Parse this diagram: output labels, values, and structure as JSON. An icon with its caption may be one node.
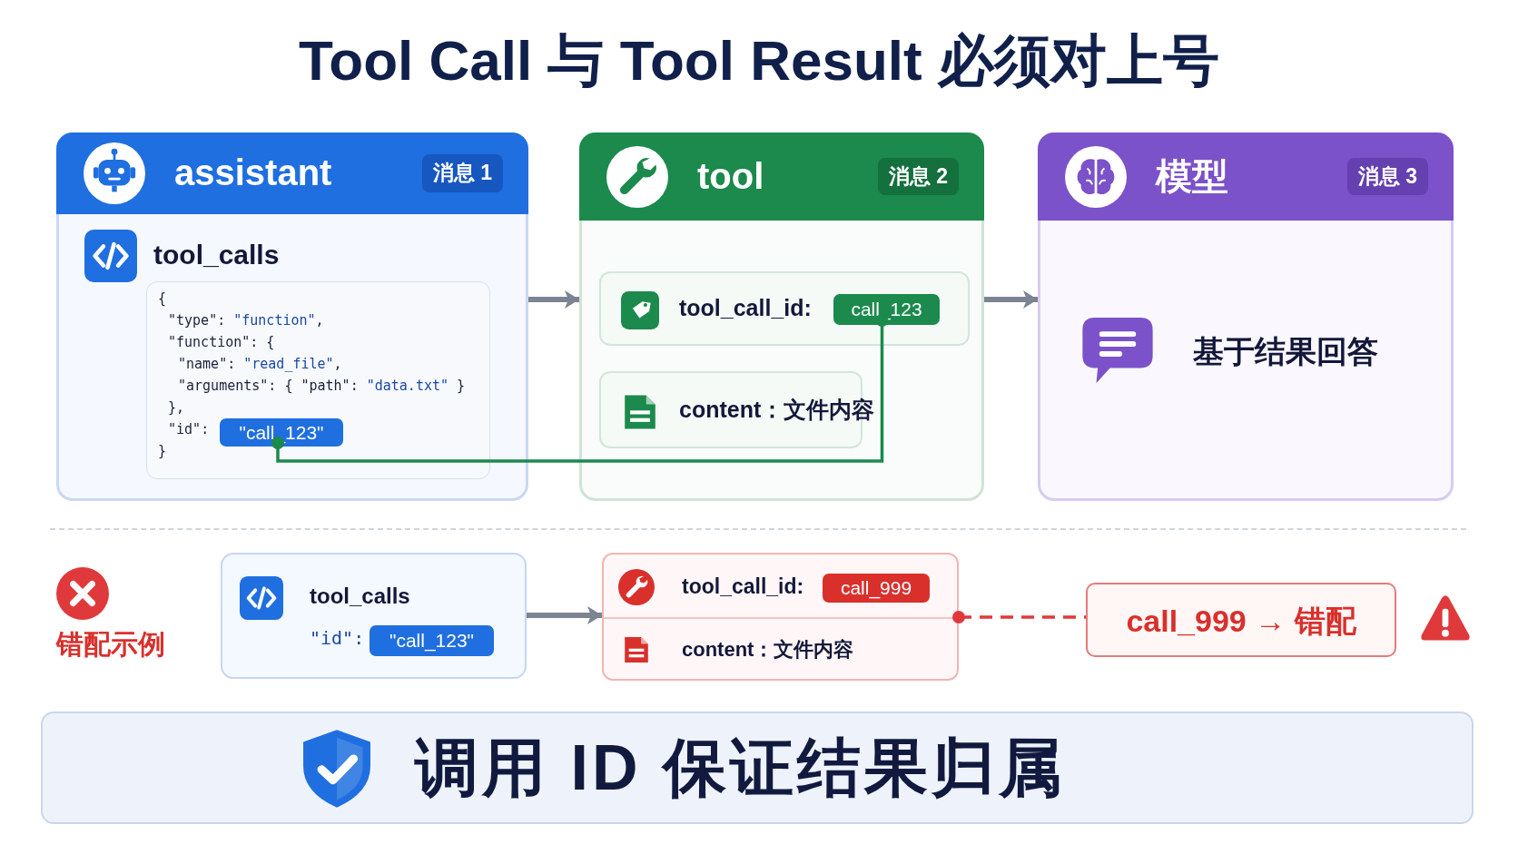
{
  "diagram": {
    "title": "Tool Call 与 Tool Result 必须对上号",
    "nodes": [
      {
        "text": [
          "assistant",
          "消息 1",
          "tool_calls"
        ]
      },
      {
        "text": [
          "{",
          "\"type\": \"function\",",
          "\"function\": {",
          "\"name\": \"read_file\",",
          "\"arguments\": { \"path\": \"data.txt\" }",
          "},",
          "\"id\":",
          "}"
        ],
        "in": 0
      },
      {
        "text": [
          "\"call_123\""
        ],
        "in": 1
      },
      {
        "text": [
          "tool",
          "消息 2"
        ]
      },
      {
        "text": [
          "tool_call_id:"
        ],
        "in": 3
      },
      {
        "text": [
          "call_123"
        ],
        "in": 4
      },
      {
        "text": [
          "content：文件内容"
        ],
        "in": 3
      },
      {
        "text": [
          "模型",
          "消息 3",
          "基于结果回答"
        ]
      },
      {
        "text": [
          "tool_calls",
          "\"id\":"
        ]
      },
      {
        "text": [
          "\"call_123\""
        ],
        "in": 8
      },
      {
        "text": [
          "tool_call_id:",
          "content：文件内容"
        ]
      },
      {
        "text": [
          "call_999"
        ],
        "in": 10
      },
      {
        "text": [
          "call_999 → 错配"
        ]
      },
      {
        "text": [
          "调用 ID 保证结果归属"
        ]
      }
    ],
    "edges": [
      {
        "from": 0,
        "to": 3,
        "arrow": "to"
      },
      {
        "from": 3,
        "to": 7,
        "arrow": "to"
      },
      {
        "from": 2,
        "to": 5,
        "arrow": "other",
        "color": "#1b8a4c"
      },
      {
        "from": 8,
        "to": 10,
        "arrow": "to"
      },
      {
        "from": 10,
        "to": 12,
        "arrow": "other",
        "style": "dashed",
        "color": "#e0393b"
      }
    ],
    "labels": [
      "错配示例"
    ]
  }
}
